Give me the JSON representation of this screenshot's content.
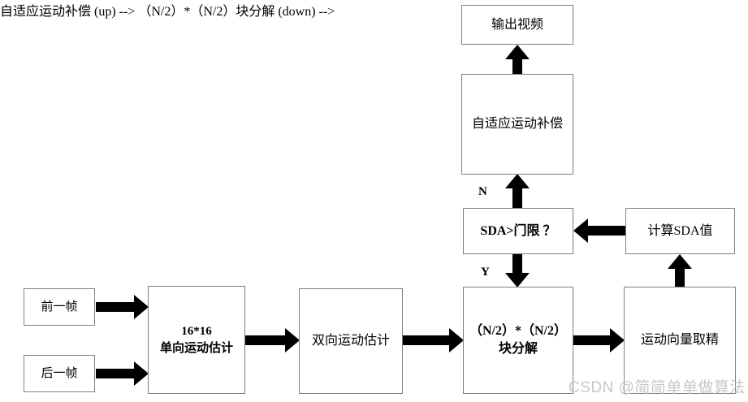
{
  "diagram": {
    "title": "",
    "nodes": {
      "output_video": "输出视频",
      "adaptive_mc": "自适应运动补偿",
      "sda_threshold": "SDA>门限 ？",
      "calc_sda": "计算SDA值",
      "prev_frame": "前一帧",
      "next_frame": "后一帧",
      "unidir_me": "16*16\n单向运动估计",
      "bidir_me": "双向运动估计",
      "block_split": "（N/2）*（N/2）\n块分解",
      "mv_refine": "运动向量取精"
    },
    "edge_labels": {
      "no_branch": "N",
      "yes_branch": "Y"
    },
    "colors": {
      "box_border": "#808080",
      "arrow": "#000000",
      "background": "#ffffff",
      "watermark": "#c8c8c8"
    }
  },
  "watermark": {
    "text": "CSDN @简简单单做算法"
  }
}
